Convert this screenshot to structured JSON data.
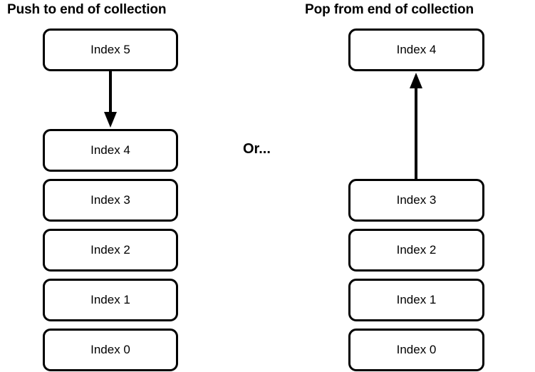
{
  "diagram": {
    "background_color": "#ffffff",
    "stroke_color": "#000000",
    "middle_label": "Or...",
    "panels": [
      {
        "id": "push",
        "heading": "Push to end of collection",
        "boxes": [
          {
            "label": "Index 5"
          },
          {
            "label": "Index 4"
          },
          {
            "label": "Index 3"
          },
          {
            "label": "Index 2"
          },
          {
            "label": "Index 1"
          },
          {
            "label": "Index 0"
          }
        ],
        "arrow": {
          "direction": "down",
          "from": "Index 5",
          "to": "Index 4"
        }
      },
      {
        "id": "pop",
        "heading": "Pop from end of collection",
        "boxes": [
          {
            "label": "Index 4"
          },
          {
            "label": "Index 3"
          },
          {
            "label": "Index 2"
          },
          {
            "label": "Index 1"
          },
          {
            "label": "Index 0"
          }
        ],
        "arrow": {
          "direction": "up",
          "from": "Index 3",
          "to": "Index 4"
        }
      }
    ]
  }
}
